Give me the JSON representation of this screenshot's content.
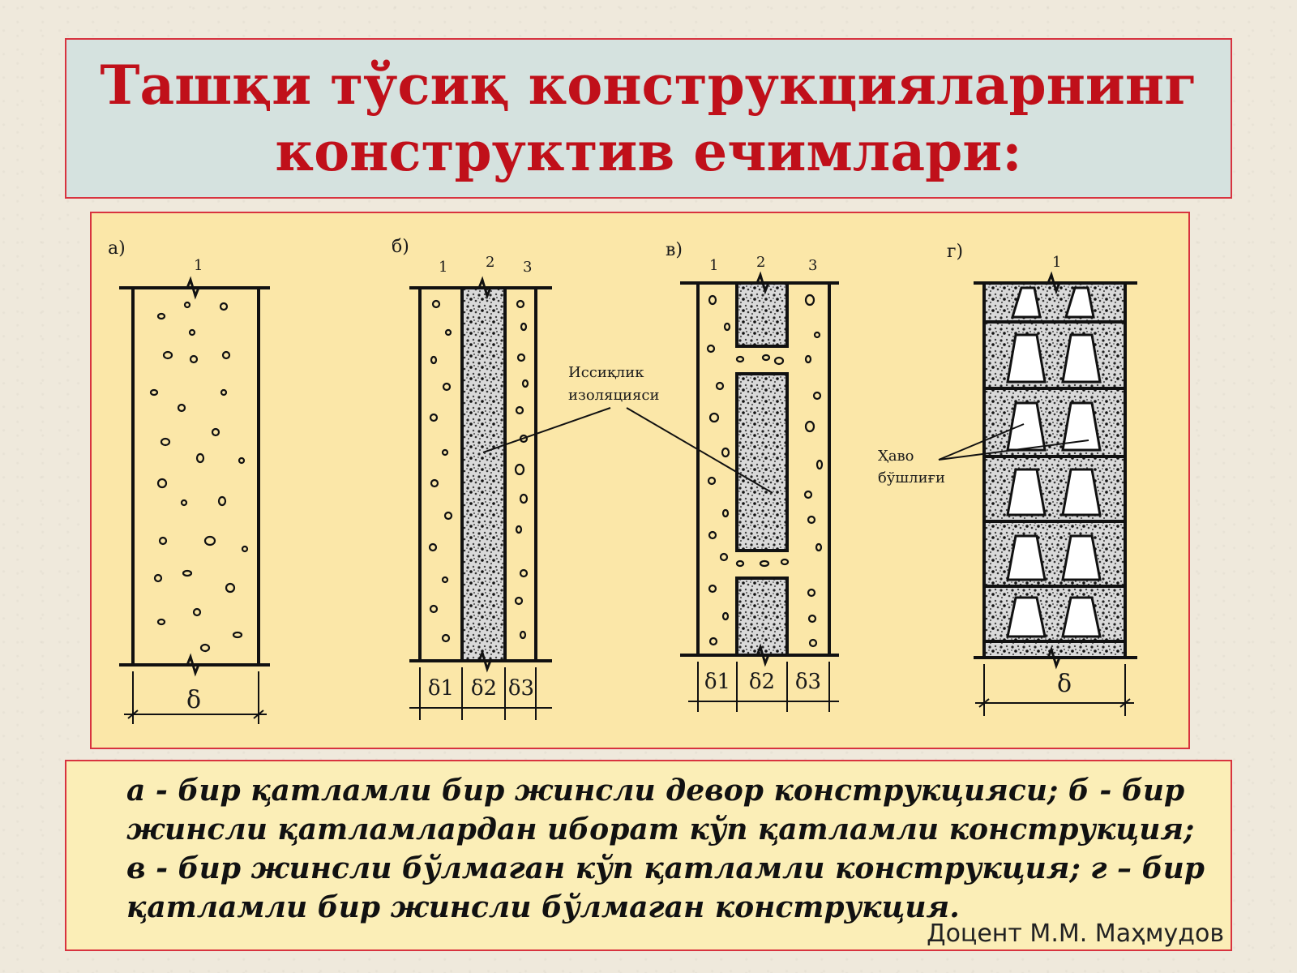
{
  "title": {
    "line1": "Ташқи тўсиқ конструкцияларнинг",
    "line2": "конструктив ечимлари:"
  },
  "diagram": {
    "panel_a": {
      "label": "а)",
      "layer_number": "1",
      "dimension": "δ"
    },
    "panel_b": {
      "label": "б)",
      "layer_numbers": [
        "1",
        "2",
        "3"
      ],
      "dimensions": [
        "δ1",
        "δ2",
        "δ3"
      ]
    },
    "panel_v": {
      "label": "в)",
      "layer_numbers": [
        "1",
        "2",
        "3"
      ],
      "dimensions": [
        "δ1",
        "δ2",
        "δ3"
      ]
    },
    "panel_g": {
      "label": "г)",
      "layer_number": "1",
      "dimension": "δ"
    },
    "insulation_annotation": {
      "line1": "Иссиқлик",
      "line2": "изоляцияси"
    },
    "air_gap_annotation": {
      "line1": "Ҳаво",
      "line2": "бўшлиғи"
    }
  },
  "caption": "а - бир қатламли бир жинсли девор конструкцияси; б - бир жинсли қатламлардан иборат кўп қатламли конструкция; в - бир жинсли бўлмаган кўп қатламли конструкция; г – бир қатламли бир жинсли бўлмаган конструкция.",
  "author": "Доцент М.М. Маҳмудов",
  "colors": {
    "title_text": "#c0101a",
    "frame_border": "#d8333f",
    "title_background": "#d5e2df",
    "figure_background": "#fbe7a8",
    "caption_background": "#fbeeb7"
  }
}
